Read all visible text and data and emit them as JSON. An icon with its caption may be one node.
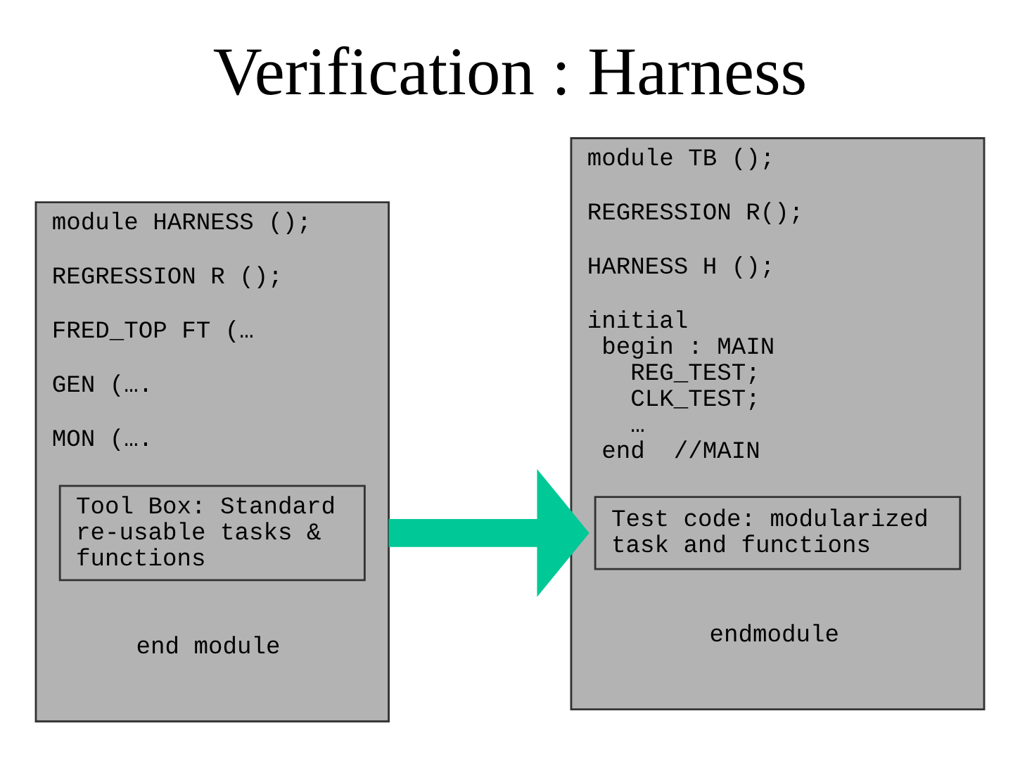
{
  "diagram": {
    "title": "Verification : Harness",
    "nodes": [
      {
        "text": [
          "module HARNESS ();",
          "REGRESSION R ();",
          "FRED_TOP FT (…",
          "GEN (….",
          "MON (….",
          "end module"
        ]
      },
      {
        "text": [
          "Tool Box: Standard re-usable tasks & functions"
        ],
        "in": 0
      },
      {
        "text": [
          "module TB ();",
          "REGRESSION R();",
          "HARNESS H ();",
          "initial",
          "begin : MAIN",
          "REG_TEST;",
          "CLK_TEST;",
          "…",
          "end  //MAIN",
          "endmodule"
        ]
      },
      {
        "text": [
          "Test code: modularized task and functions"
        ],
        "in": 2
      }
    ],
    "edges": [
      {
        "from": 0,
        "to": 2,
        "arrow": "to",
        "color": "#00c896"
      }
    ]
  }
}
